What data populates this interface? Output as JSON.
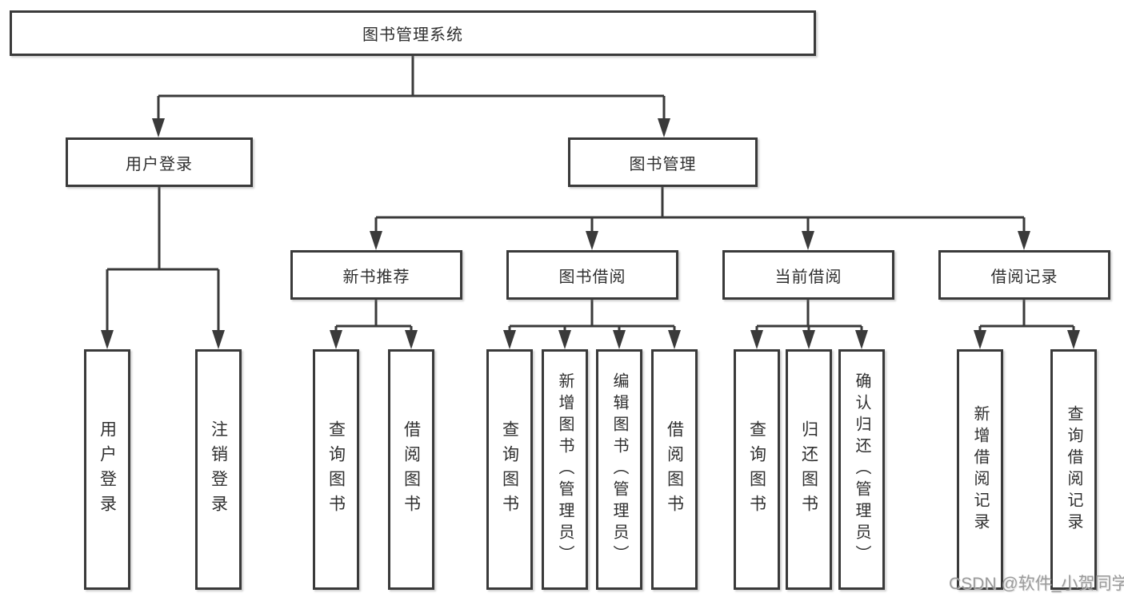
{
  "diagram": {
    "type": "hierarchy-tree",
    "background_color": "#ffffff",
    "line_color": "#3a3a3a",
    "box_border_color": "#3a3a3a",
    "text_color": "#2f2f2f",
    "watermark_color": "#8c8c8c",
    "tree": {
      "label": "图书管理系统",
      "children": [
        {
          "label": "用户登录",
          "children": [
            {
              "label": "用户登录"
            },
            {
              "label": "注销登录"
            }
          ]
        },
        {
          "label": "图书管理",
          "children": [
            {
              "label": "新书推荐",
              "children": [
                {
                  "label": "查询图书"
                },
                {
                  "label": "借阅图书"
                }
              ]
            },
            {
              "label": "图书借阅",
              "children": [
                {
                  "label": "查询图书"
                },
                {
                  "label": "新增图书（管理员）"
                },
                {
                  "label": "编辑图书（管理员）"
                },
                {
                  "label": "借阅图书"
                }
              ]
            },
            {
              "label": "当前借阅",
              "children": [
                {
                  "label": "查询图书"
                },
                {
                  "label": "归还图书"
                },
                {
                  "label": "确认归还（管理员）"
                }
              ]
            },
            {
              "label": "借阅记录",
              "children": [
                {
                  "label": "新增借阅记录"
                },
                {
                  "label": "查询借阅记录"
                }
              ]
            }
          ]
        }
      ]
    },
    "watermark": "CSDN @软件_小贺同学"
  }
}
